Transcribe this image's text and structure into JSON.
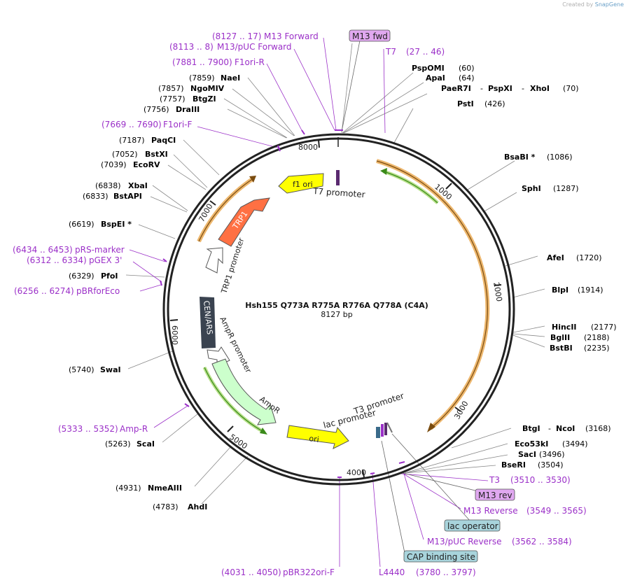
{
  "credit": {
    "prefix": "Created by",
    "brand": "SnapGene"
  },
  "plasmid": {
    "name": "Hsh155 Q773A R775A R776A Q778A (C4A)",
    "size": "8127 bp"
  },
  "ruler": [
    "8000",
    "1000",
    "2000",
    "3000",
    "4000",
    "5000",
    "6000",
    "7000"
  ],
  "features": [
    {
      "name": "f1 ori"
    },
    {
      "name": "TRP1"
    },
    {
      "name": "TRP1 promoter"
    },
    {
      "name": "CEN/ARS"
    },
    {
      "name": "AmpR promoter"
    },
    {
      "name": "AmpR"
    },
    {
      "name": "ori"
    },
    {
      "name": "lac promoter"
    },
    {
      "name": "T3 promoter"
    },
    {
      "name": "T7 promoter"
    }
  ],
  "enzymes": [
    {
      "name": "PspOMI",
      "pos": "(60)"
    },
    {
      "name": "ApaI",
      "pos": "(64)"
    },
    {
      "name": "PaeR7I",
      "name2": "PspXI",
      "name3": "XhoI",
      "pos": "(70)"
    },
    {
      "name": "PstI",
      "pos": "(426)"
    },
    {
      "name": "BsaBI *",
      "pos": "(1086)"
    },
    {
      "name": "SphI",
      "pos": "(1287)"
    },
    {
      "name": "AfeI",
      "pos": "(1720)"
    },
    {
      "name": "BlpI",
      "pos": "(1914)"
    },
    {
      "name": "HincII",
      "pos": "(2177)"
    },
    {
      "name": "BglII",
      "pos": "(2188)"
    },
    {
      "name": "BstBI",
      "pos": "(2235)"
    },
    {
      "name": "BtgI",
      "name2": "NcoI",
      "pos": "(3168)"
    },
    {
      "name": "Eco53kI",
      "pos": "(3494)"
    },
    {
      "name": "SacI",
      "pos": "(3496)"
    },
    {
      "name": "BseRI",
      "pos": "(3504)"
    },
    {
      "name": "AhdI",
      "pos": "(4783)"
    },
    {
      "name": "NmeAIII",
      "pos": "(4931)"
    },
    {
      "name": "ScaI",
      "pos": "(5263)"
    },
    {
      "name": "SwaI",
      "pos": "(5740)"
    },
    {
      "name": "PfoI",
      "pos": "(6329)"
    },
    {
      "name": "BspEI *",
      "pos": "(6619)"
    },
    {
      "name": "BstAPI",
      "pos": "(6833)"
    },
    {
      "name": "XbaI",
      "pos": "(6838)"
    },
    {
      "name": "EcoRV",
      "pos": "(7039)"
    },
    {
      "name": "BstXI",
      "pos": "(7052)"
    },
    {
      "name": "PaqCI",
      "pos": "(7187)"
    },
    {
      "name": "DraIII",
      "pos": "(7756)"
    },
    {
      "name": "BtgZI",
      "pos": "(7757)"
    },
    {
      "name": "NgoMIV",
      "pos": "(7857)"
    },
    {
      "name": "NaeI",
      "pos": "(7859)"
    }
  ],
  "primers": [
    {
      "name": "M13 Forward",
      "range": "(8127 .. 17)"
    },
    {
      "name": "M13/pUC Forward",
      "range": "(8113 .. 8)"
    },
    {
      "name": "F1ori-R",
      "range": "(7881 .. 7900)"
    },
    {
      "name": "F1ori-F",
      "range": "(7669 .. 7690)"
    },
    {
      "name": "pRS-marker",
      "range": "(6434 .. 6453)"
    },
    {
      "name": "pGEX 3'",
      "range": "(6312 .. 6334)"
    },
    {
      "name": "pBRforEco",
      "range": "(6256 .. 6274)"
    },
    {
      "name": "Amp-R",
      "range": "(5333 .. 5352)"
    },
    {
      "name": "pBR322ori-F",
      "range": "(4031 .. 4050)"
    },
    {
      "name": "L4440",
      "range": "(3780 .. 3797)"
    },
    {
      "name": "T7",
      "range": "(27 .. 46)"
    },
    {
      "name": "T3",
      "range": "(3510 .. 3530)"
    },
    {
      "name": "M13 Reverse",
      "range": "(3549 .. 3565)"
    },
    {
      "name": "M13/pUC Reverse",
      "range": "(3562 .. 3584)"
    }
  ],
  "boxed": {
    "m13fwd": "M13 fwd",
    "m13rev": "M13 rev",
    "lacop": "lac operator",
    "cap": "CAP binding site"
  },
  "colors": {
    "primer": "#9b30c8",
    "enzyme": "#000000",
    "backbone": "#222222",
    "f1ori": "#ffff00",
    "trp1": "#ff7043",
    "cenars": "#3a4350",
    "ampr": "#ccffcc",
    "ori": "#ffff00",
    "orf": "#e8a54a",
    "orf_green": "#3a8a1a",
    "boxed_purple": "#e0a8f0",
    "boxed_blue": "#a8d4dc"
  }
}
